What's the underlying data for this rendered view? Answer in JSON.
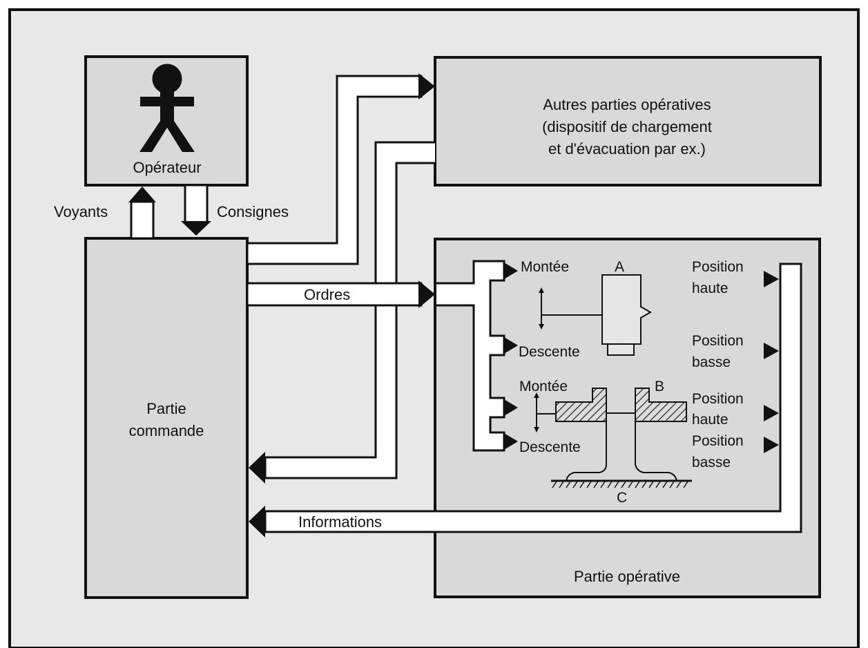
{
  "operator": {
    "label": "Opérateur"
  },
  "operator_links": {
    "lights": "Voyants",
    "instructions": "Consignes"
  },
  "control_part": {
    "line1": "Partie",
    "line2": "commande"
  },
  "other_parts": {
    "line1": "Autres parties opératives",
    "line2": "(dispositif de chargement",
    "line3": "et d'évacuation par ex.)"
  },
  "operative_part": {
    "label": "Partie opérative"
  },
  "buses": {
    "orders": "Ordres",
    "information": "Informations"
  },
  "actuators": {
    "a": {
      "label": "A",
      "up": "Montée",
      "down": "Descente"
    },
    "b": {
      "label": "B",
      "up": "Montée",
      "down": "Descente"
    },
    "c": {
      "label": "C"
    }
  },
  "sensors": {
    "a_high": {
      "line1": "Position",
      "line2": "haute"
    },
    "a_low": {
      "line1": "Position",
      "line2": "basse"
    },
    "b_high": {
      "line1": "Position",
      "line2": "haute"
    },
    "b_low": {
      "line1": "Position",
      "line2": "basse"
    }
  },
  "colors": {
    "box_fill": "#d9d9d9",
    "ink": "#111111",
    "pipe_fill": "#ffffff",
    "page_bg": "#e8e8e8"
  }
}
